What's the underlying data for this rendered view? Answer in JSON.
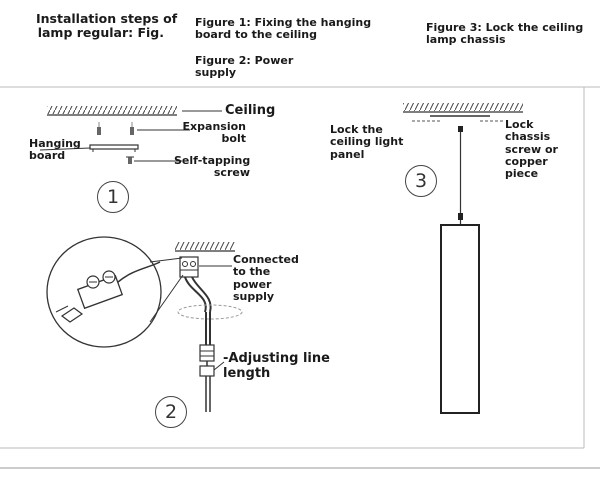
{
  "title": "Installation steps of\nlamp regular: Fig.",
  "captions": {
    "figure1": "Figure 1: Fixing the hanging\nboard to the ceiling",
    "figure2": "Figure 2: Power\nsupply",
    "figure3": "Figure 3: Lock the ceiling\nlamp chassis"
  },
  "figure1": {
    "number": "1",
    "labels": {
      "ceiling": "Ceiling",
      "expansion_bolt": "Expansion\nbolt",
      "hanging_board": "Hanging\nboard",
      "self_tapping_screw": "Self-tapping\nscrew"
    }
  },
  "figure2": {
    "number": "2",
    "labels": {
      "connected": "Connected\nto the\npower\nsupply",
      "adjusting": "-Adjusting line\nlength"
    }
  },
  "figure3": {
    "number": "3",
    "labels": {
      "lock_panel": "Lock the\nceiling light\npanel",
      "lock_chassis": "Lock\nchassis\nscrew or\ncopper\npiece"
    }
  }
}
